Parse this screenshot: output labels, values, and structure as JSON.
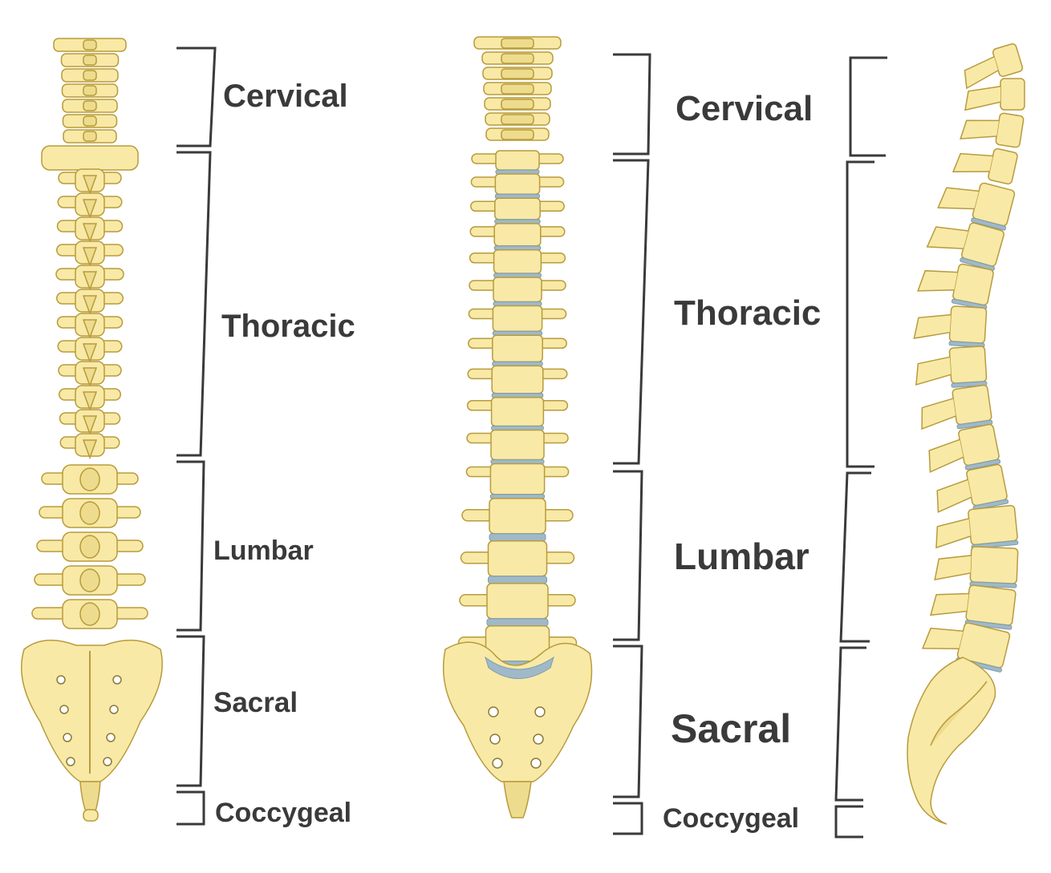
{
  "labels": {
    "posterior": {
      "cervical": "Cervical",
      "thoracic": "Thoracic",
      "lumbar": "Lumbar",
      "sacral": "Sacral",
      "coccygeal": "Coccygeal"
    },
    "anterior": {
      "cervical": "Cervical",
      "thoracic": "Thoracic",
      "lumbar": "Lumbar",
      "sacral": "Sacral",
      "coccygeal": "Coccygeal"
    }
  },
  "colors": {
    "bone": "#f8e9a6",
    "bone_outline": "#b89b3c",
    "disc": "#9fb9c9",
    "text": "#3a3a3a"
  }
}
